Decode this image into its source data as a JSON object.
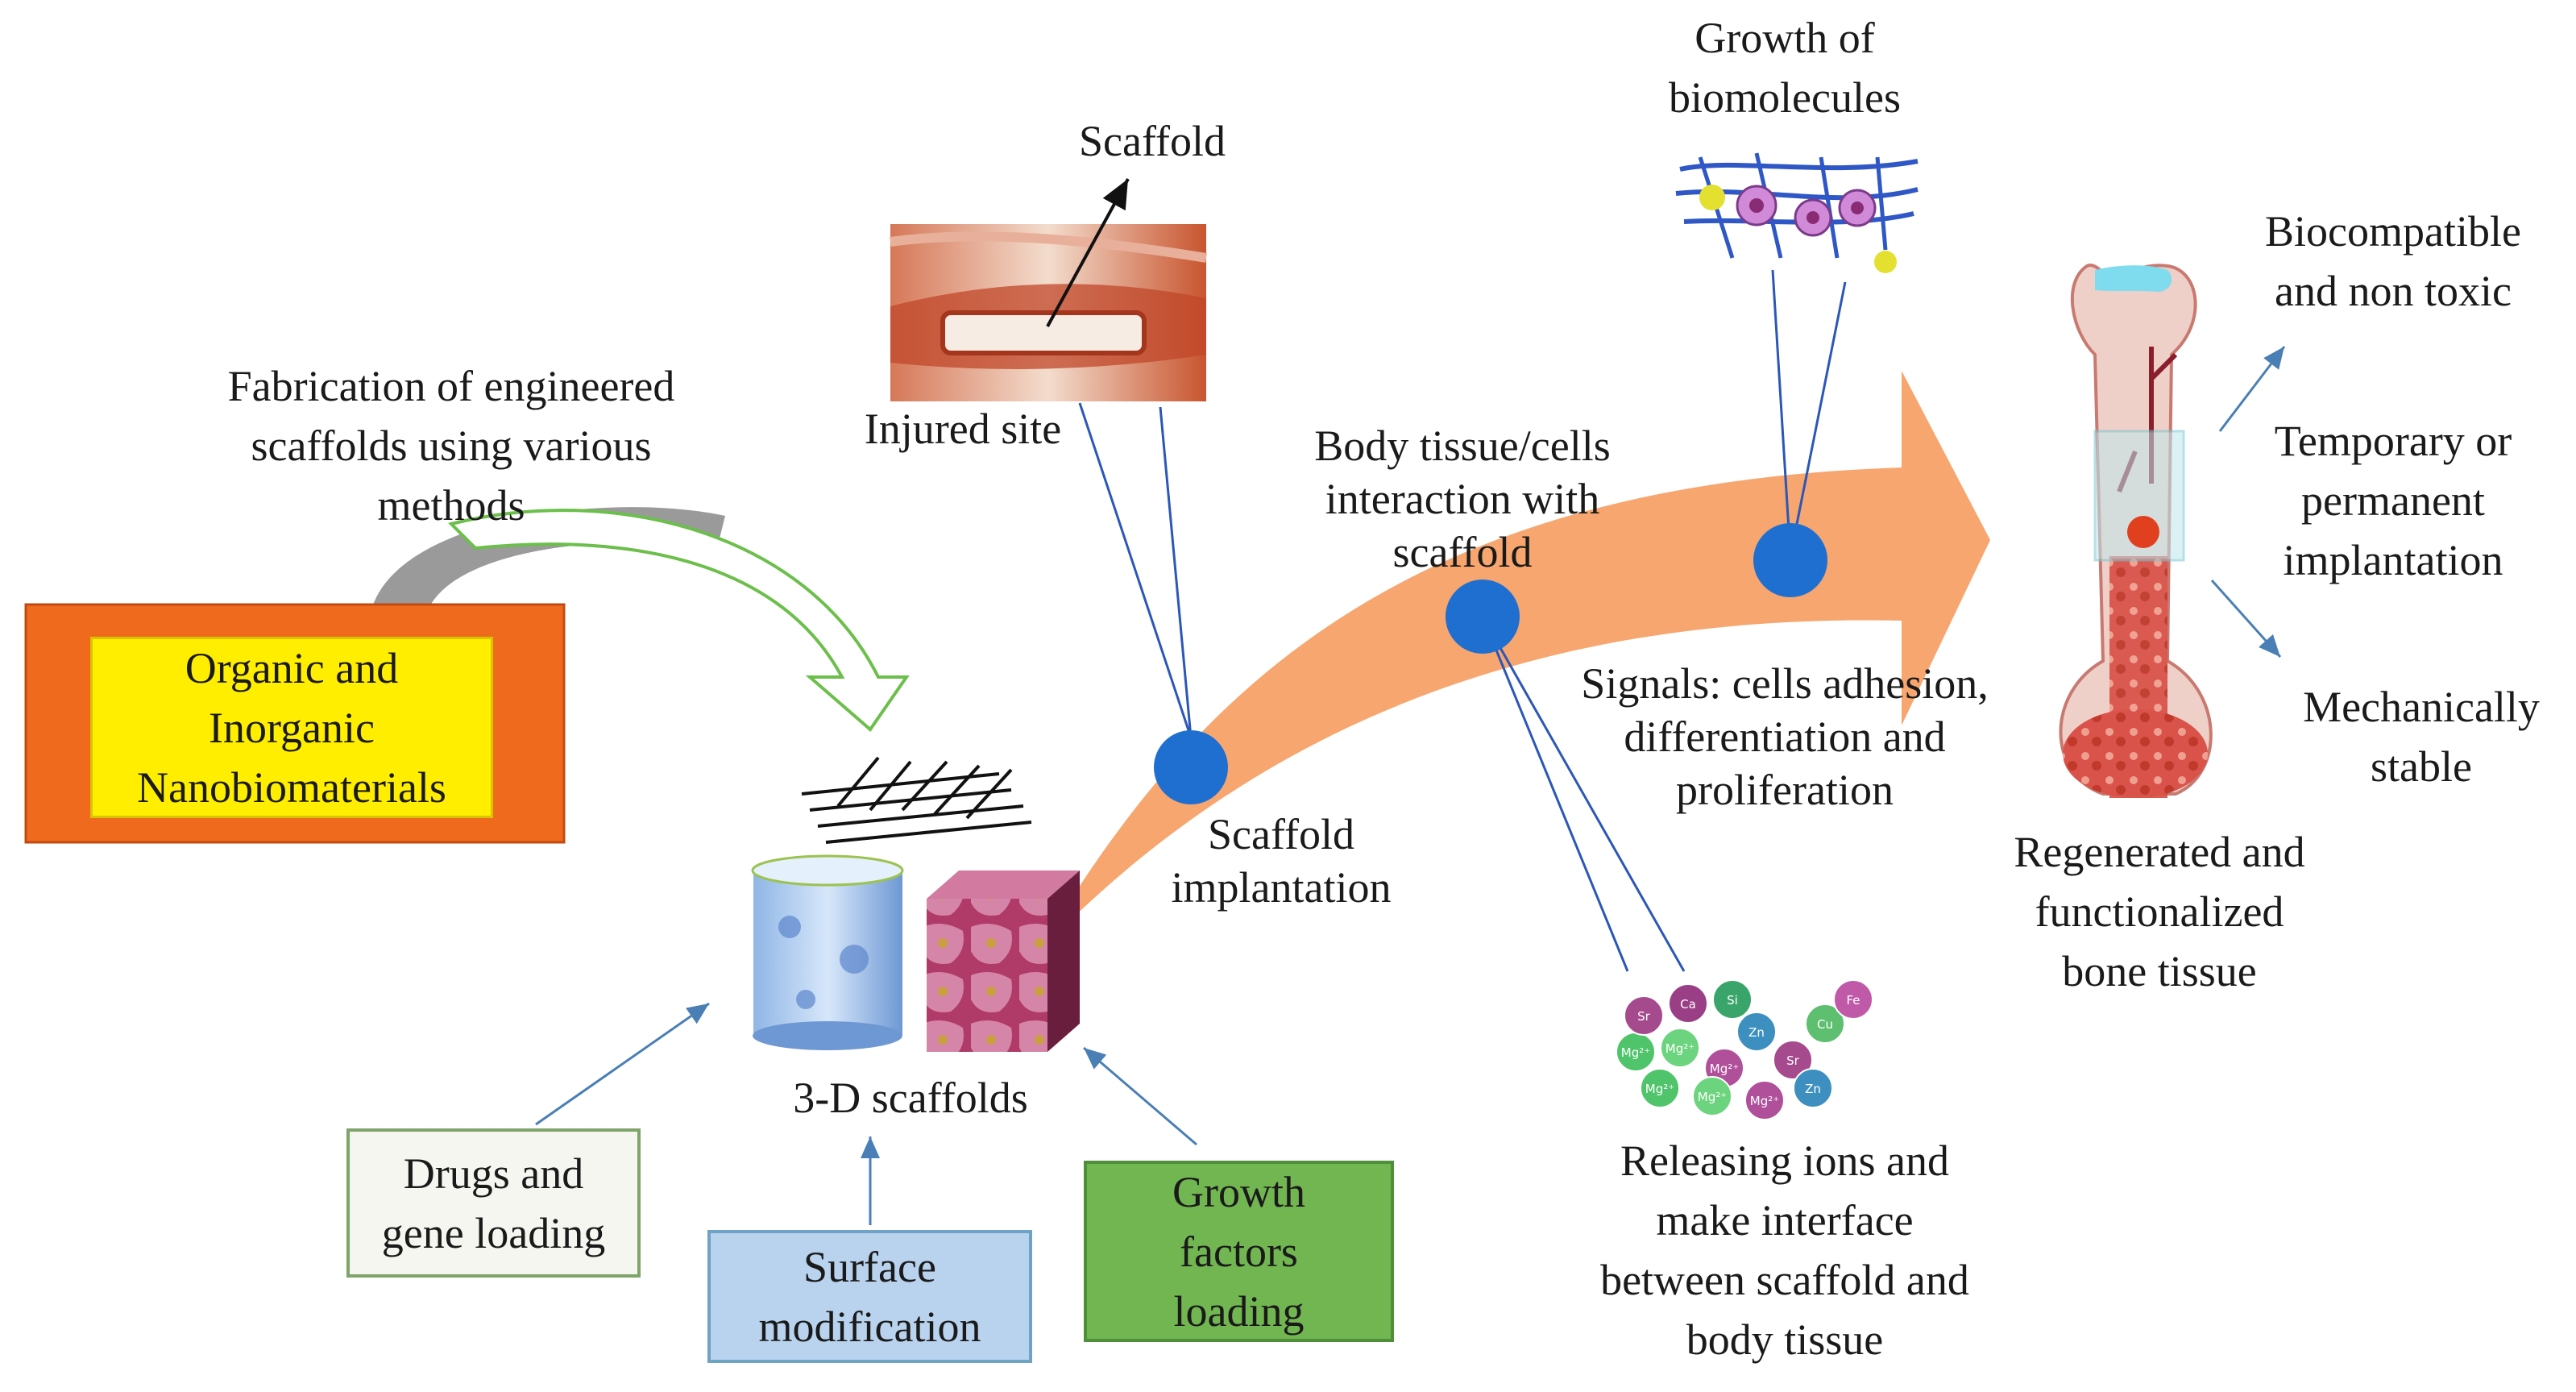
{
  "labels": {
    "fabrication": "Fabrication of engineered\nscaffolds using various\nmethods",
    "scaffold": "Scaffold",
    "injured_site": "Injured site",
    "growth_biomolecules": "Growth of\nbiomolecules",
    "body_tissue": "Body tissue/cells\ninteraction with\nscaffold",
    "signals": "Signals: cells adhesion,\ndifferentiation and\nproliferation",
    "scaffold_implantation": "Scaffold\nimplantation",
    "three_d_scaffolds": "3-D scaffolds",
    "releasing_ions": "Releasing ions and\nmake interface\nbetween scaffold and\nbody tissue",
    "regenerated": "Regenerated and\nfunctionalized\nbone tissue",
    "biocompatible": "Biocompatible\nand non toxic",
    "temporary": "Temporary or\npermanent\nimplantation",
    "mechanically": "Mechanically\nstable"
  },
  "boxes": {
    "nanomaterials": "Organic and\nInorganic\nNanobiomaterials",
    "drugs": "Drugs and\ngene loading",
    "surface": "Surface\nmodification",
    "growth_factors": "Growth\nfactors\nloading"
  },
  "ions": [
    "Mg²⁺",
    "Mg²⁺",
    "Mg²⁺",
    "Zn",
    "Sr",
    "Ca",
    "Si",
    "Cu",
    "Fe"
  ],
  "colors": {
    "orange_arrow": "#f6a66e",
    "node_blue": "#1f6fd1",
    "nano_outer": "#f06a1e",
    "nano_inner": "#ffee00",
    "drugs_bg": "#f4f6ef",
    "drugs_border": "#7fa36a",
    "surface_bg": "#b9d3ef",
    "surface_border": "#6fa3c5",
    "growth_bg": "#72b652",
    "growth_border": "#4f8f3a"
  }
}
